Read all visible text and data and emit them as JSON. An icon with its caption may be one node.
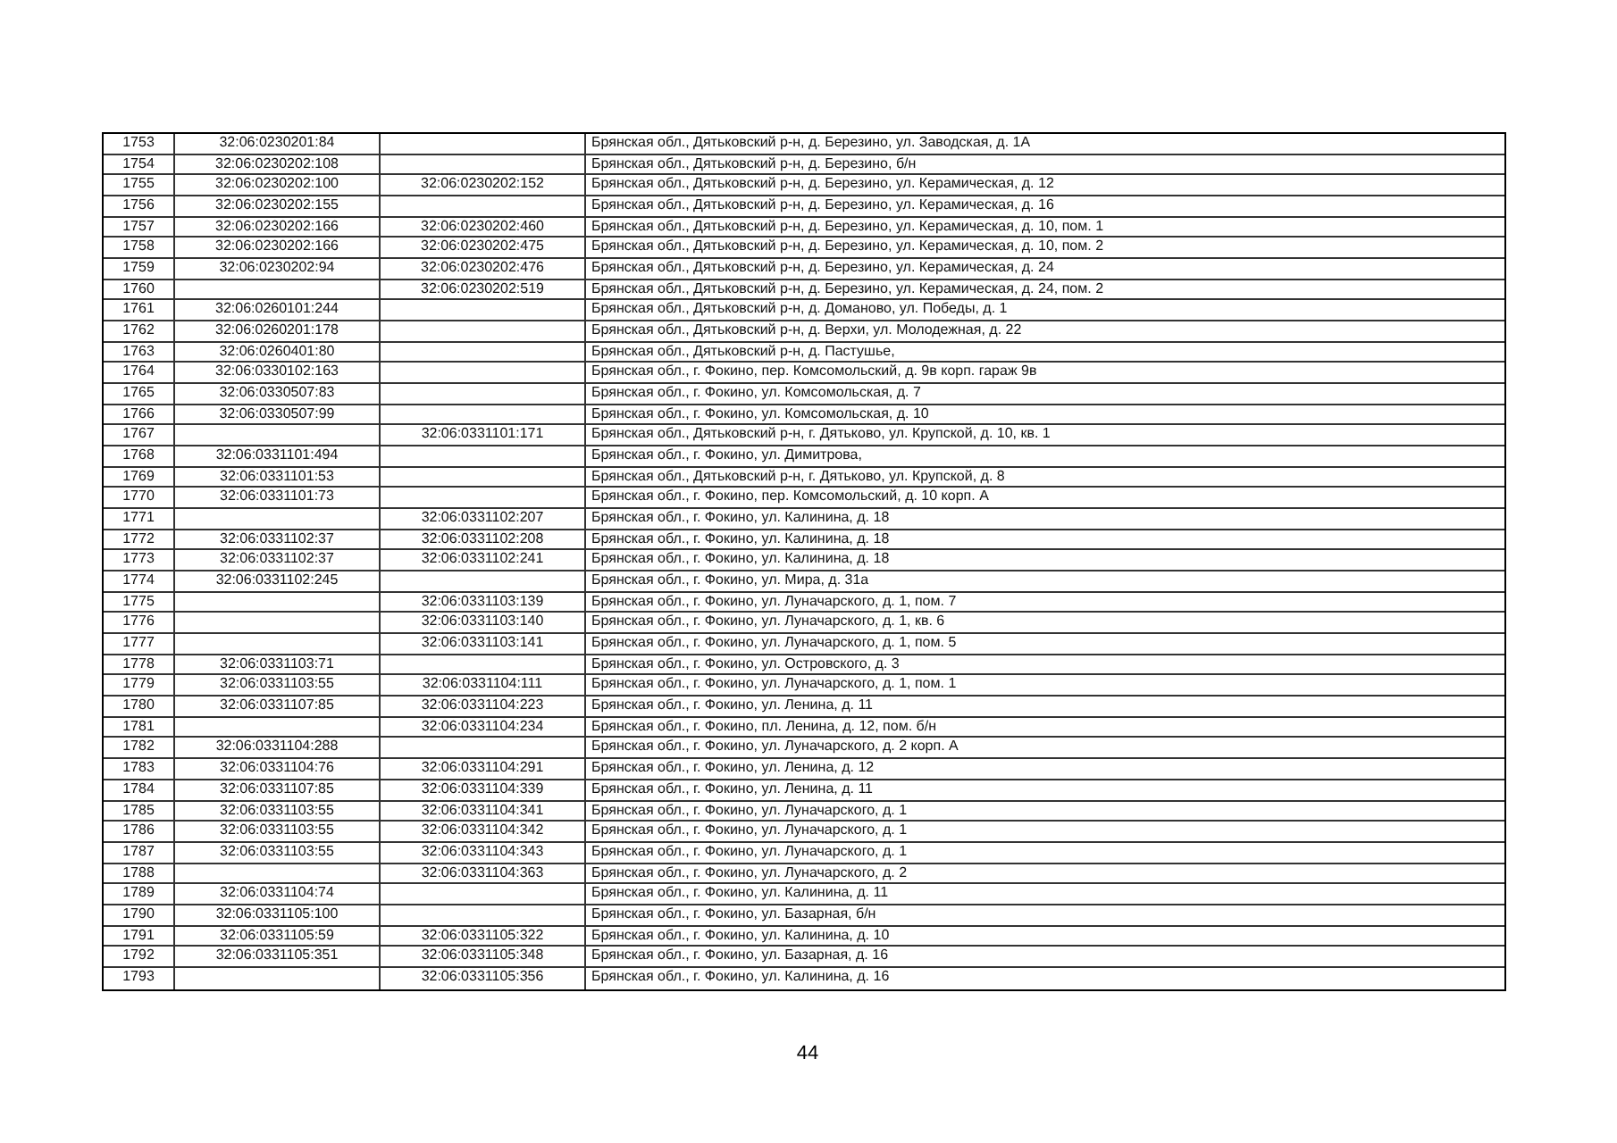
{
  "diagram": {
    "labels": [
      "1753",
      "32:06:0230201:84",
      "Брянская обл., Дятьковский р-н, д. Березино, ул. Заводская, д. 1А",
      "1754",
      "32:06:0230202:108",
      "Брянская обл., Дятьковский р-н, д. Березино, б/н",
      "1755",
      "32:06:0230202:100",
      "32:06:0230202:152",
      "Брянская обл., Дятьковский р-н, д. Березино, ул. Керамическая, д. 12",
      "1756",
      "32:06:0230202:155",
      "Брянская обл., Дятьковский р-н, д. Березино, ул. Керамическая, д. 16",
      "1757",
      "32:06:0230202:166",
      "32:06:0230202:460",
      "Брянская обл., Дятьковский р-н, д. Березино, ул. Керамическая, д. 10, пом. 1",
      "1758",
      "32:06:0230202:166",
      "32:06:0230202:475",
      "Брянская обл., Дятьковский р-н, д. Березино, ул. Керамическая, д. 10, пом. 2",
      "1759",
      "32:06:0230202:94",
      "32:06:0230202:476",
      "Брянская обл., Дятьковский р-н, д. Березино, ул. Керамическая, д. 24",
      "1760",
      "32:06:0230202:519",
      "Брянская обл., Дятьковский р-н, д. Березино, ул. Керамическая, д. 24, пом. 2",
      "1761",
      "32:06:0260101:244",
      "Брянская обл., Дятьковский р-н, д. Доманово, ул. Победы, д. 1",
      "1762",
      "32:06:0260201:178",
      "Брянская обл., Дятьковский р-н, д. Верхи, ул. Молодежная, д. 22",
      "1763",
      "32:06:0260401:80",
      "Брянская обл., Дятьковский р-н, д. Пастушье,",
      "1764",
      "32:06:0330102:163",
      "Брянская обл., г. Фокино, пер. Комсомольский, д. 9в корп. гараж 9в",
      "1765",
      "32:06:0330507:83",
      "Брянская обл., г. Фокино, ул. Комсомольская, д. 7",
      "1766",
      "32:06:0330507:99",
      "Брянская обл., г. Фокино, ул. Комсомольская, д. 10",
      "1767",
      "32:06:0331101:171",
      "Брянская обл., Дятьковский р-н, г. Дятьково, ул. Крупской, д. 10, кв. 1",
      "1768",
      "32:06:0331101:494",
      "Брянская обл., г. Фокино, ул. Димитрова,",
      "1769",
      "32:06:0331101:53",
      "Брянская обл., Дятьковский р-н, г. Дятьково, ул. Крупской, д. 8",
      "1770",
      "32:06:0331101:73",
      "Брянская обл., г. Фокино, пер. Комсомольский, д. 10 корп. А",
      "1771",
      "32:06:0331102:207",
      "Брянская обл., г. Фокино, ул. Калинина, д. 18",
      "1772",
      "32:06:0331102:37",
      "32:06:0331102:208",
      "Брянская обл., г. Фокино, ул. Калинина, д. 18",
      "1773",
      "32:06:0331102:37",
      "32:06:0331102:241",
      "Брянская обл., г. Фокино, ул. Калинина, д. 18",
      "1774",
      "32:06:0331102:245",
      "Брянская обл., г. Фокино, ул. Мира, д. 31а",
      "1775",
      "32:06:0331103:139",
      "Брянская обл., г. Фокино, ул. Луначарского, д. 1, пом. 7",
      "1776",
      "32:06:0331103:140",
      "Брянская обл., г. Фокино, ул. Луначарского, д. 1, кв. 6",
      "1777",
      "32:06:0331103:141",
      "Брянская обл., г. Фокино, ул. Луначарского, д. 1, пом. 5",
      "1778",
      "32:06:0331103:71",
      "Брянская обл., г. Фокино, ул. Островского, д. 3",
      "1779",
      "32:06:0331103:55",
      "32:06:0331104:111",
      "Брянская обл., г. Фокино, ул. Луначарского, д. 1, пом. 1",
      "1780",
      "32:06:0331107:85",
      "32:06:0331104:223",
      "Брянская обл., г. Фокино, ул. Ленина, д. 11",
      "1781",
      "32:06:0331104:234",
      "Брянская обл., г. Фокино, пл. Ленина, д. 12, пом. б/н",
      "1782",
      "32:06:0331104:288",
      "Брянская обл., г. Фокино, ул. Луначарского, д. 2 корп. А",
      "1783",
      "32:06:0331104:76",
      "32:06:0331104:291",
      "Брянская обл., г. Фокино, ул. Ленина, д. 12",
      "1784",
      "32:06:0331107:85",
      "32:06:0331104:339",
      "Брянская обл., г. Фокино, ул. Ленина, д. 11",
      "1785",
      "32:06:0331103:55",
      "32:06:0331104:341",
      "Брянская обл., г. Фокино, ул. Луначарского, д. 1",
      "1786",
      "32:06:0331103:55",
      "32:06:0331104:342",
      "Брянская обл., г. Фокино, ул. Луначарского, д. 1",
      "1787",
      "32:06:0331103:55",
      "32:06:0331104:343",
      "Брянская обл., г. Фокино, ул. Луначарского, д. 1",
      "1788",
      "32:06:0331104:363",
      "Брянская обл., г. Фокино, ул. Луначарского, д. 2",
      "1789",
      "32:06:0331104:74",
      "Брянская обл., г. Фокино, ул. Калинина, д. 11",
      "1790",
      "32:06:0331105:100",
      "Брянская обл., г. Фокино, ул. Базарная, б/н",
      "1791",
      "32:06:0331105:59",
      "32:06:0331105:322",
      "Брянская обл., г. Фокино, ул. Калинина, д. 10",
      "1792",
      "32:06:0331105:351",
      "32:06:0331105:348",
      "Брянская обл., г. Фокино, ул. Базарная, д. 16",
      "1793",
      "32:06:0331105:356",
      "Брянская обл., г. Фокино, ул. Калинина, д. 16",
      "44"
    ]
  }
}
